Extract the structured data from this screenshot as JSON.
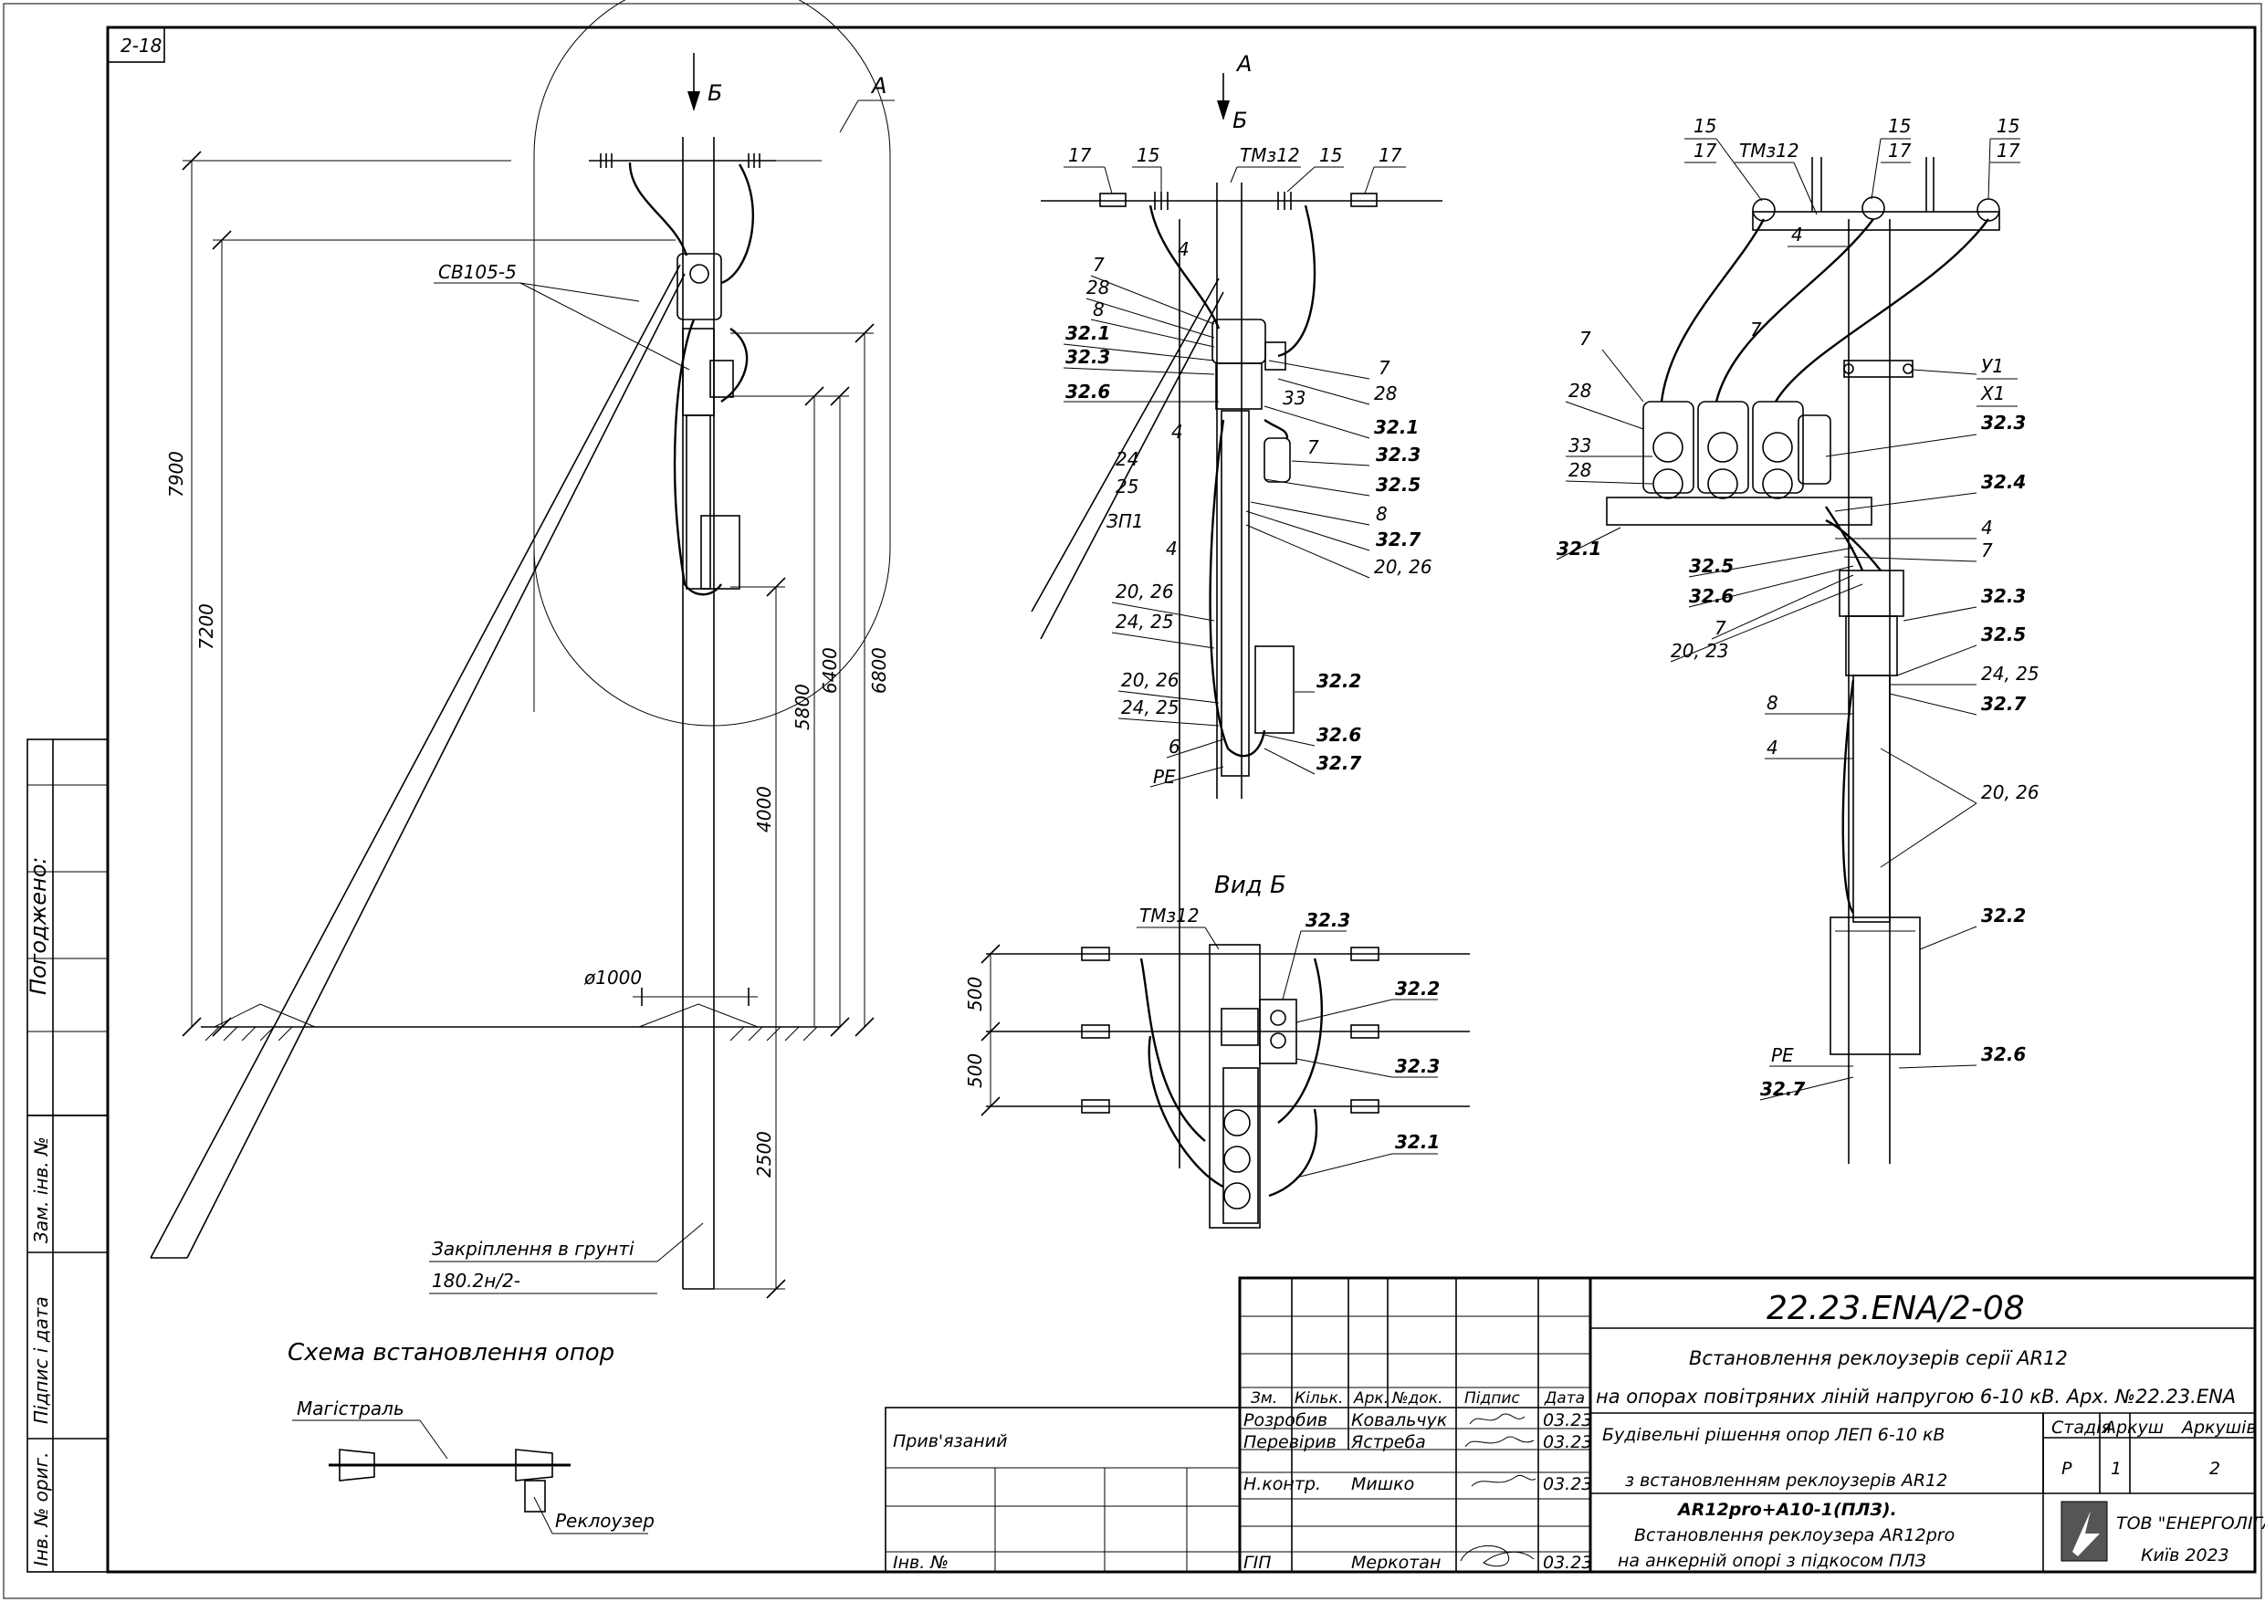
{
  "sheet": {
    "number": "2-18",
    "approved_label": "Погоджено:",
    "side_labels": [
      "Зам. інв. №",
      "Підпис і дата",
      "Інв. № ориг."
    ]
  },
  "views": {
    "section_A": "А",
    "section_B": "Б",
    "view_B_title": "Вид Б"
  },
  "elevation": {
    "dims": [
      "7900",
      "7200",
      "6800",
      "6400",
      "5800",
      "4000",
      "2500"
    ],
    "diameter": "ø1000",
    "sv_label": "СВ105-5",
    "ground_note": "Закріплення в грунті",
    "ground_ref": "180.2н/2-"
  },
  "side_view": {
    "labels_top": [
      "17",
      "15",
      "ТМз12",
      "15",
      "17"
    ],
    "labels_left": [
      "4",
      "7",
      "28",
      "8",
      "32.1",
      "32.3",
      "32.6",
      "4",
      "24",
      "25",
      "ЗП1",
      "4",
      "20, 26",
      "24, 25",
      "20, 26",
      "24, 25",
      "6",
      "PE"
    ],
    "labels_right": [
      "7",
      "28",
      "33",
      "32.1",
      "7",
      "32.3",
      "32.5",
      "8",
      "32.7",
      "20, 26",
      "32.2",
      "32.6",
      "32.7"
    ]
  },
  "front_view": {
    "labels_top": [
      "15",
      "17",
      "ТМз12",
      "15",
      "17",
      "15",
      "17"
    ],
    "labels_left": [
      "4",
      "7",
      "7",
      "28",
      "33",
      "28",
      "32.1",
      "32.5",
      "32.6",
      "7",
      "20, 23",
      "8",
      "4",
      "PE",
      "32.7"
    ],
    "labels_right": [
      "У1",
      "Х1",
      "32.3",
      "32.4",
      "4",
      "7",
      "32.3",
      "32.5",
      "24, 25",
      "32.7",
      "20, 26",
      "32.2",
      "32.6"
    ]
  },
  "view_b": {
    "labels": [
      "ТМз12",
      "32.3",
      "32.2",
      "32.3",
      "32.1"
    ],
    "dims": [
      "500",
      "500"
    ]
  },
  "scheme": {
    "title": "Схема встановлення опор",
    "main_line": "Магістраль",
    "recloser": "Реклоузер"
  },
  "title_block": {
    "code": "22.23.ENA/2-08",
    "title_line1": "Встановлення реклоузерів серії AR12",
    "title_line2": "на опорах повітряних ліній напругою 6-10 кВ. Арх. №22.23.ENA",
    "subtitle_line1": "Будівельні рішення опор ЛЕП 6-10 кВ",
    "subtitle_line2": "з встановленням реклоузерів AR12",
    "drawing_line1": "AR12pro+А10-1(ПЛЗ).",
    "drawing_line2": "Встановлення реклоузера AR12pro",
    "drawing_line3": "на анкерній опорі з підкосом ПЛЗ",
    "col_headers": [
      "Зм.",
      "Кільк.",
      "Арк.",
      "№док.",
      "Підпис",
      "Дата"
    ],
    "people": [
      {
        "role": "Розробив",
        "name": "Ковальчук",
        "date": "03.23"
      },
      {
        "role": "Перевірив",
        "name": "Ястреба",
        "date": "03.23"
      },
      {
        "role": "Н.контр.",
        "name": "Мишко",
        "date": "03.23"
      },
      {
        "role": "ГІП",
        "name": "Меркотан",
        "date": "03.23"
      }
    ],
    "stage_label": "Стадія",
    "sheet_label": "Аркуш",
    "sheets_label": "Аркушів",
    "stage": "Р",
    "sheet": "1",
    "sheets": "2",
    "company": "ТОВ \"ЕНЕРГОЛІГА\"",
    "city_year": "Київ 2023",
    "linked_label": "Прив'язаний",
    "inv_label": "Інв. №"
  }
}
